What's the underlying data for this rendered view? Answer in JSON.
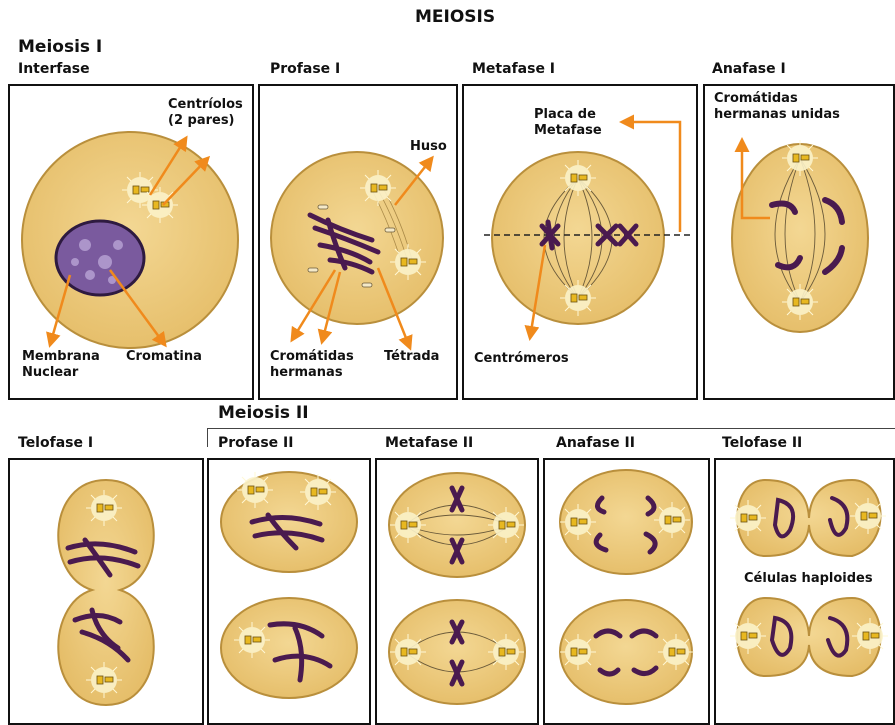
{
  "title": "MEIOSIS",
  "sections": {
    "meiosis1": "Meiosis I",
    "meiosis2": "Meiosis II"
  },
  "phases": {
    "interfase": "Interfase",
    "profase1": "Profase I",
    "metafase1": "Metafase I",
    "anafase1": "Anafase I",
    "telofase1": "Telofase  I",
    "profase2": "Profase II",
    "metafase2": "Metafase II",
    "anafase2": "Anafase II",
    "telofase2": "Telofase II"
  },
  "labels": {
    "centriolos_1": "Centríolos",
    "centriolos_2": "(2 pares)",
    "membrana_1": "Membrana",
    "membrana_2": "Nuclear",
    "cromatina": "Cromatina",
    "huso": "Huso",
    "cromatidas_1": "Cromátidas",
    "cromatidas_2": "hermanas",
    "tetrada": "Tétrada",
    "placa_1": "Placa de",
    "placa_2": "Metafase",
    "centromeros": "Centrómeros",
    "unidas_1": "Cromátidas",
    "unidas_2": "hermanas unidas",
    "haploides": "Células haploides"
  },
  "colors": {
    "cell_fill": "#edc97a",
    "cell_edge": "#b98f3c",
    "chromosome": "#4a1a4f",
    "arrow": "#f08a1c",
    "nucleus": "#6a4a8c"
  }
}
